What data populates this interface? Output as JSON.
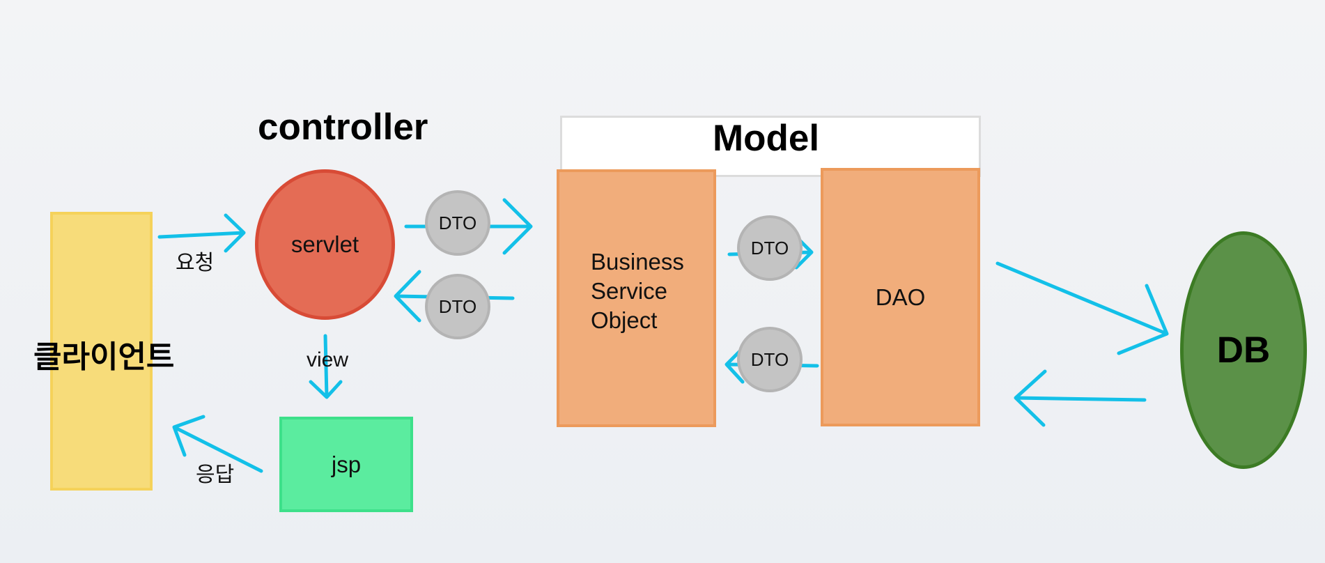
{
  "controller_title": "controller",
  "model_title": "Model",
  "client_label": "클라이언트",
  "servlet_label": "servlet",
  "jsp_label": "jsp",
  "bso_label": "Business\nService\nObject",
  "dao_label": "DAO",
  "db_label": "DB",
  "dto_label": "DTO",
  "request_label": "요청",
  "response_label": "응답",
  "view_label": "view",
  "colors": {
    "arrow": "#13c0e8",
    "client": "#f7dc7a",
    "servlet": "#e46c55",
    "jsp": "#5bec9f",
    "model_components": "#f1ad7b",
    "db": "#5b9148",
    "dto": "#c4c4c4"
  }
}
